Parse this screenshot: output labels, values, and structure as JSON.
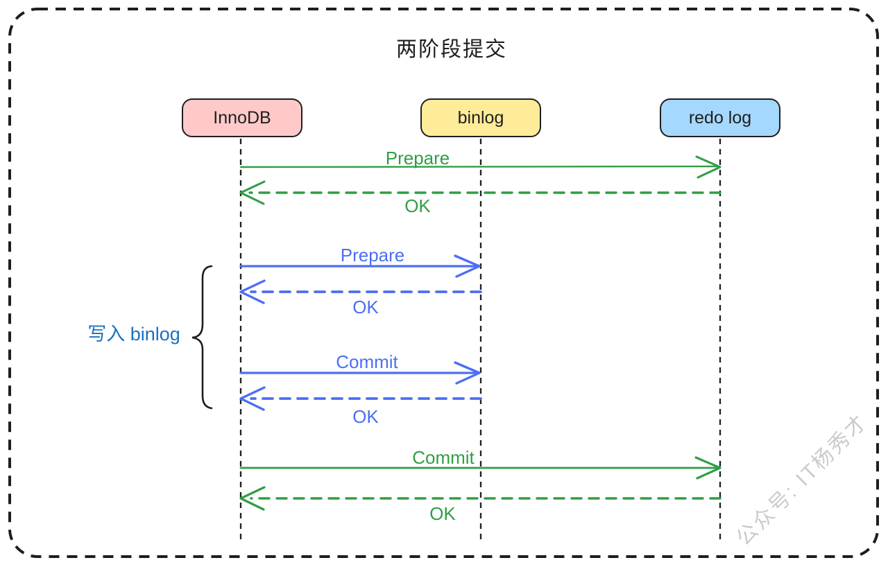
{
  "title": "两阶段提交",
  "participants": [
    {
      "label": "InnoDB",
      "fill": "#ffc9c9"
    },
    {
      "label": "binlog",
      "fill": "#ffec99"
    },
    {
      "label": "redo log",
      "fill": "#a5d8ff"
    }
  ],
  "messages": [
    {
      "label": "Prepare",
      "from": "InnoDB",
      "to": "redo log",
      "line": "solid",
      "color": "#2f9e44"
    },
    {
      "label": "OK",
      "from": "redo log",
      "to": "InnoDB",
      "line": "dashed",
      "color": "#2f9e44"
    },
    {
      "label": "Prepare",
      "from": "InnoDB",
      "to": "binlog",
      "line": "solid",
      "color": "#4c6ef5"
    },
    {
      "label": "OK",
      "from": "binlog",
      "to": "InnoDB",
      "line": "dashed",
      "color": "#4c6ef5"
    },
    {
      "label": "Commit",
      "from": "InnoDB",
      "to": "binlog",
      "line": "solid",
      "color": "#4c6ef5"
    },
    {
      "label": "OK",
      "from": "binlog",
      "to": "InnoDB",
      "line": "dashed",
      "color": "#4c6ef5"
    },
    {
      "label": "Commit",
      "from": "InnoDB",
      "to": "redo log",
      "line": "solid",
      "color": "#2f9e44"
    },
    {
      "label": "OK",
      "from": "redo log",
      "to": "InnoDB",
      "line": "dashed",
      "color": "#2f9e44"
    }
  ],
  "annotation": {
    "label": "写入 binlog",
    "color": "#1971c2"
  },
  "watermark": "公众号: IT杨秀才",
  "colors": {
    "green": "#2f9e44",
    "blue": "#4c6ef5",
    "annotation_blue": "#1971c2",
    "stroke": "#1e1e1e",
    "watermark_gray": "#cbcbcb"
  }
}
